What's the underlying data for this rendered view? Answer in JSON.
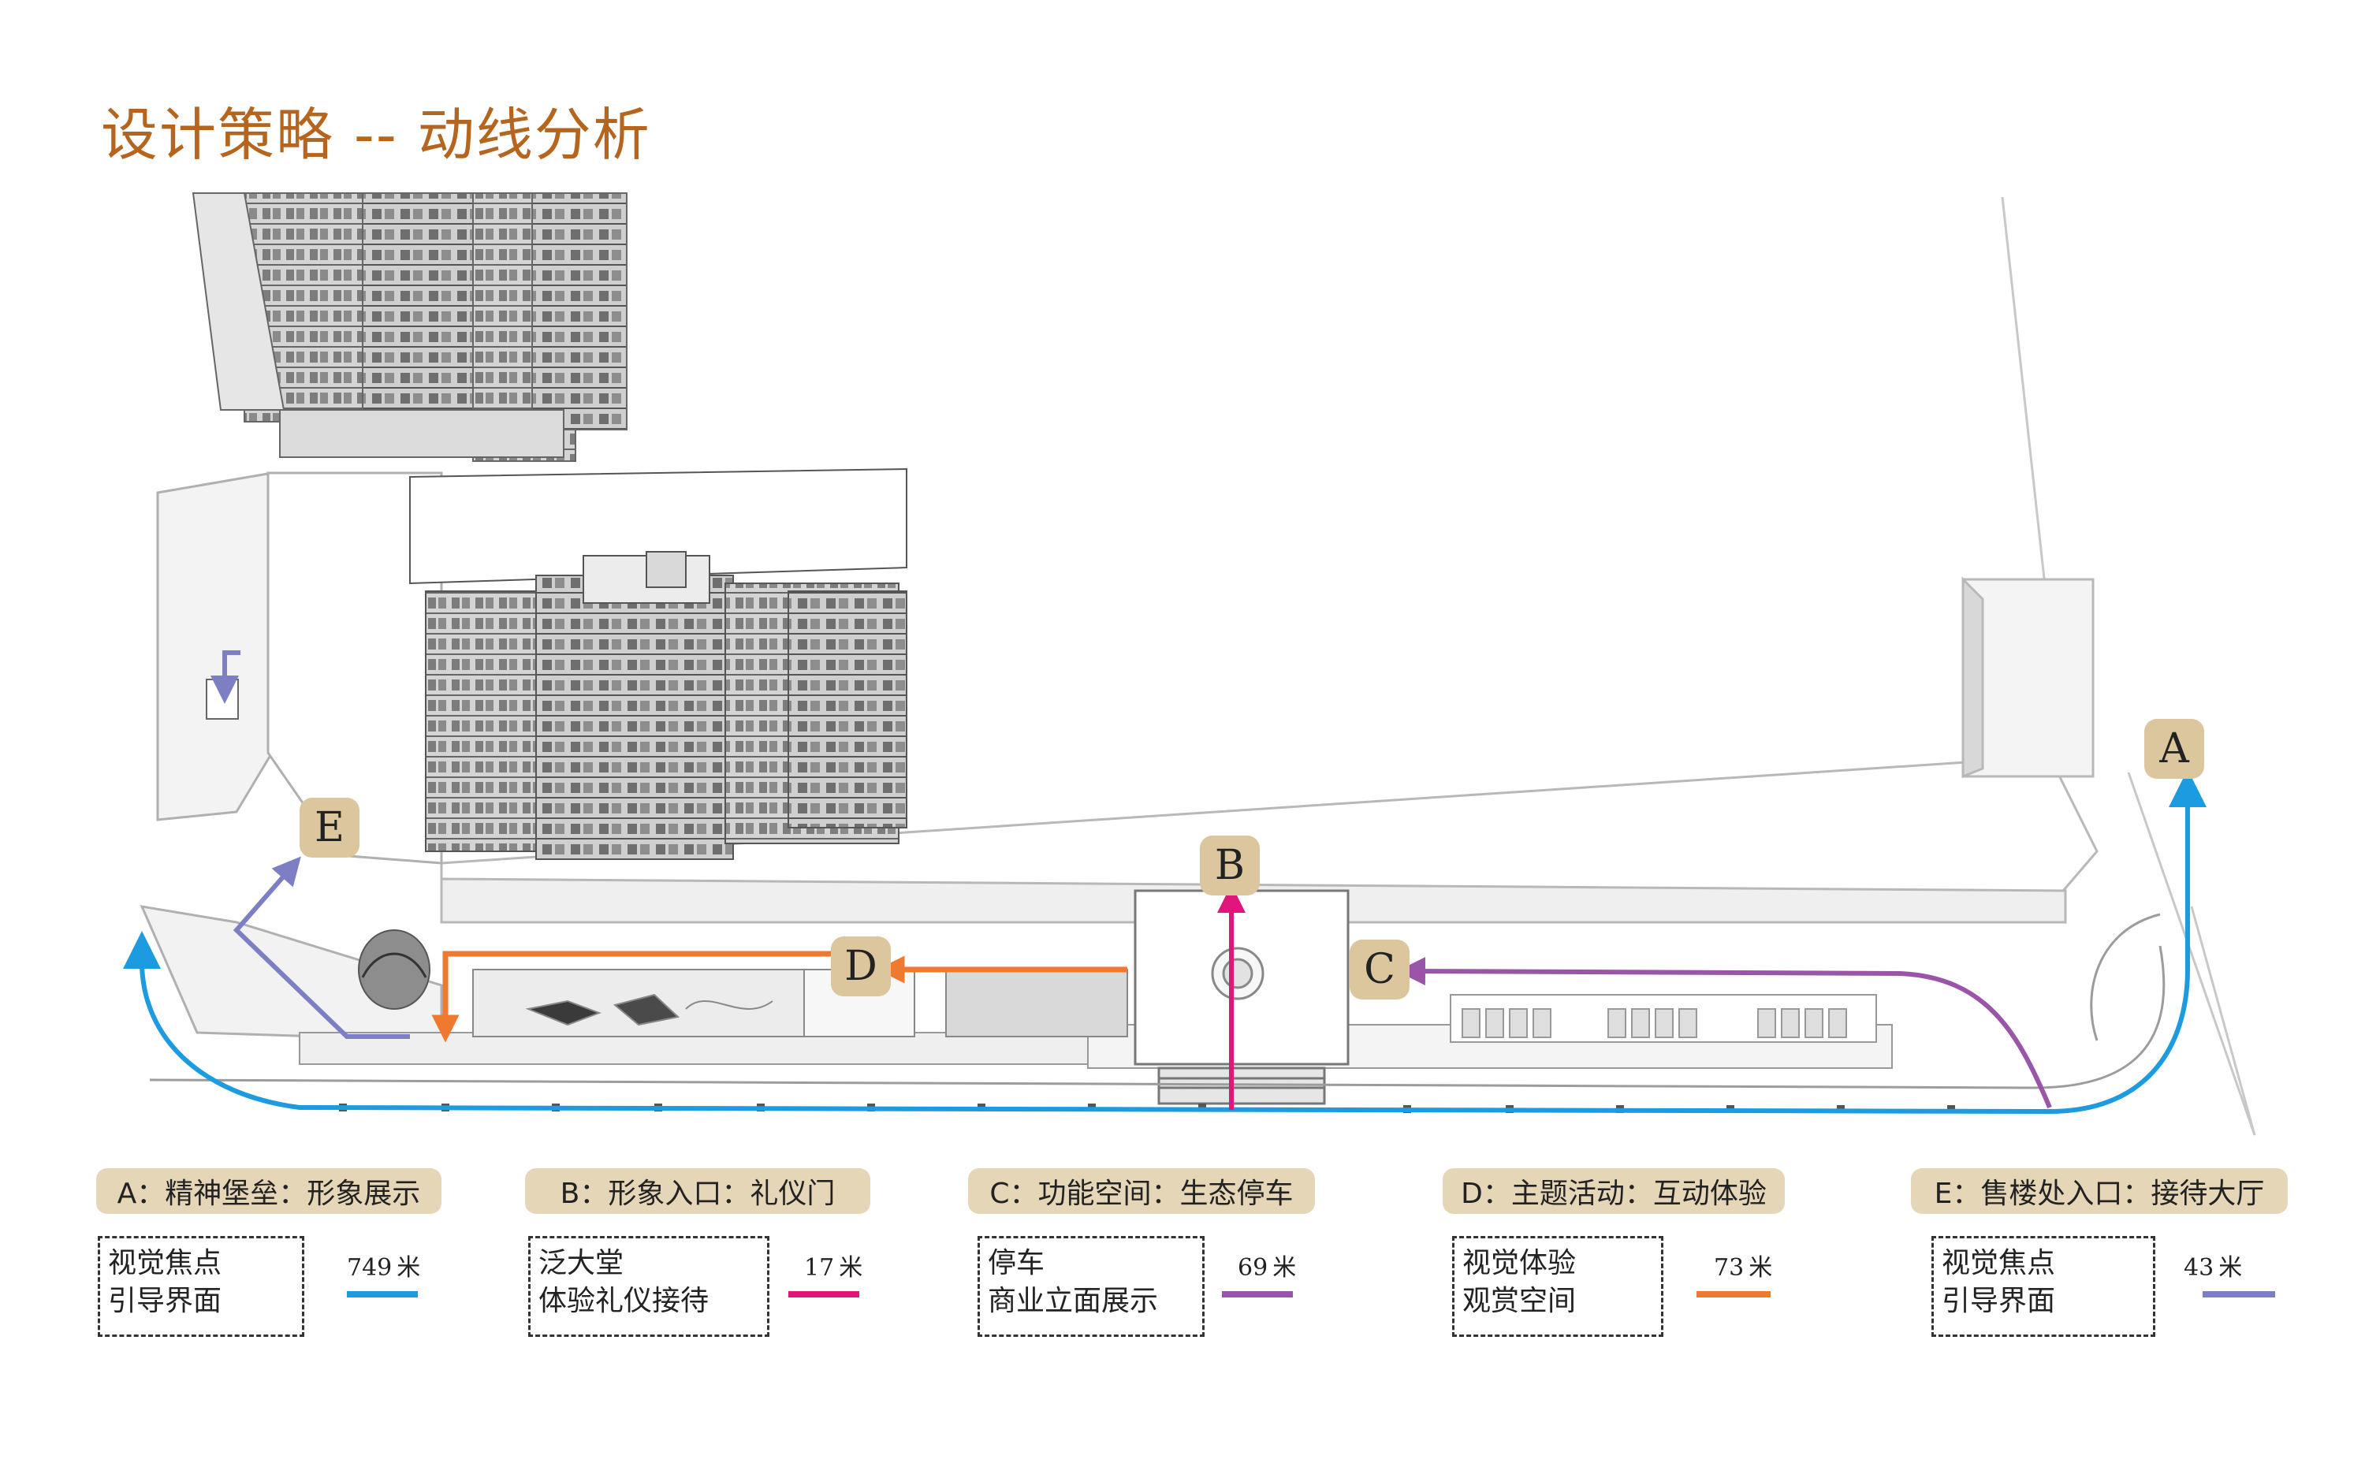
{
  "title": "设计策略 -- 动线分析",
  "markers": {
    "A": {
      "letter": "A",
      "color": "#1d9be0"
    },
    "B": {
      "letter": "B",
      "color": "#e0167a"
    },
    "C": {
      "letter": "C",
      "color": "#9a55a8"
    },
    "D": {
      "letter": "D",
      "color": "#ef7a2f"
    },
    "E": {
      "letter": "E",
      "color": "#7d7fc4"
    }
  },
  "legend": [
    {
      "label": "A：精神堡垒：形象展示",
      "lines": [
        "视觉焦点",
        "引导界面"
      ],
      "distance": "749",
      "unit": "米",
      "color": "#1d9be0"
    },
    {
      "label": "B：形象入口：礼仪门",
      "lines": [
        "泛大堂",
        "体验礼仪接待"
      ],
      "distance": "17",
      "unit": "米",
      "color": "#e0167a"
    },
    {
      "label": "C：功能空间：生态停车",
      "lines": [
        "停车",
        "商业立面展示"
      ],
      "distance": "69",
      "unit": "米",
      "color": "#9a55a8"
    },
    {
      "label": "D：主题活动：互动体验",
      "lines": [
        "视觉体验",
        "观赏空间"
      ],
      "distance": "73",
      "unit": "米",
      "color": "#ef7a2f"
    },
    {
      "label": "E：售楼处入口：接待大厅",
      "lines": [
        "视觉焦点",
        "引导界面"
      ],
      "distance": "43",
      "unit": "米",
      "color": "#7d7fc4"
    }
  ]
}
